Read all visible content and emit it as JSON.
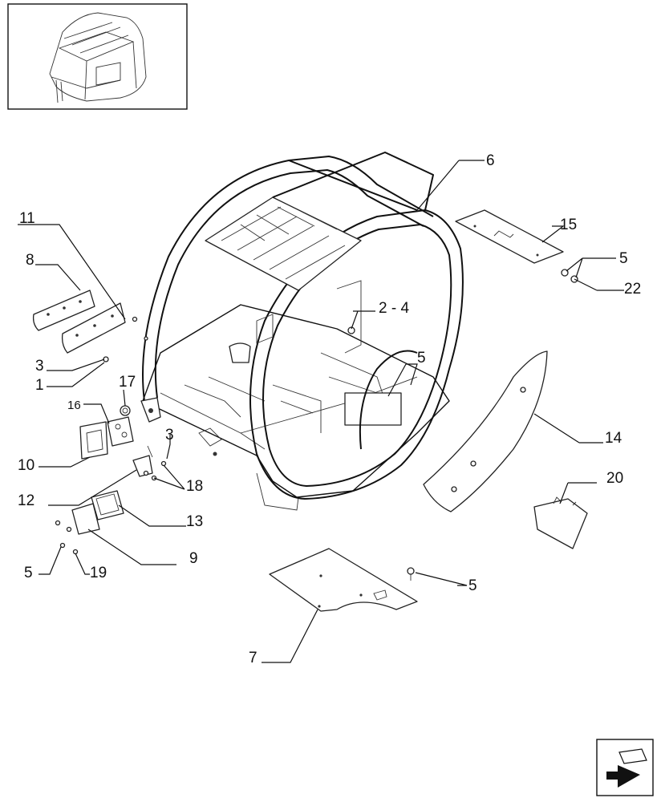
{
  "diagram": {
    "callouts": [
      {
        "id": "c1",
        "text": "1"
      },
      {
        "id": "c2-4",
        "text": "2 - 4"
      },
      {
        "id": "c3a",
        "text": "3"
      },
      {
        "id": "c3b",
        "text": "3"
      },
      {
        "id": "c5a",
        "text": "5"
      },
      {
        "id": "c5b",
        "text": "5"
      },
      {
        "id": "c5c",
        "text": "5"
      },
      {
        "id": "c5d",
        "text": "5"
      },
      {
        "id": "c6",
        "text": "6"
      },
      {
        "id": "c7",
        "text": "7"
      },
      {
        "id": "c8",
        "text": "8"
      },
      {
        "id": "c9",
        "text": "9"
      },
      {
        "id": "c10",
        "text": "10"
      },
      {
        "id": "c11",
        "text": "11"
      },
      {
        "id": "c12",
        "text": "12"
      },
      {
        "id": "c13",
        "text": "13"
      },
      {
        "id": "c14",
        "text": "14"
      },
      {
        "id": "c15",
        "text": "15"
      },
      {
        "id": "c16",
        "text": "16"
      },
      {
        "id": "c17",
        "text": "17"
      },
      {
        "id": "c18",
        "text": "18"
      },
      {
        "id": "c19",
        "text": "19"
      },
      {
        "id": "c20",
        "text": "20"
      },
      {
        "id": "c22",
        "text": "22"
      }
    ],
    "icons": {
      "thumbnail": "cab-overview-thumbnail",
      "navigation": "next-page-arrow-icon"
    }
  }
}
